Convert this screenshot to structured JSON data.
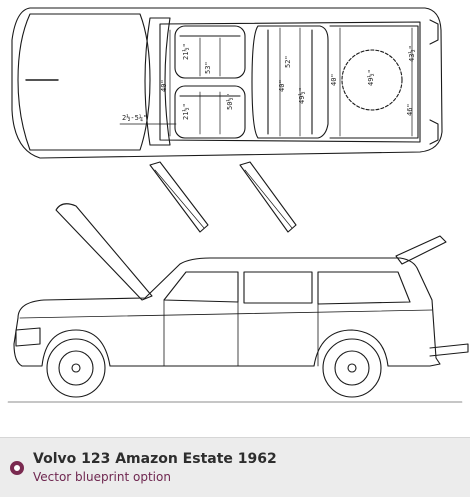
{
  "caption": {
    "title": "Volvo 123 Amazon Estate 1962",
    "subtitle": "Vector blueprint option",
    "accent": "#7a2a50"
  },
  "dimensions": {
    "front_seat_width_a": "21½\"",
    "front_seat_depth_a": "53\"",
    "front_seat_width_b": "21½\"",
    "front_seat_depth_b": "50½\"",
    "front_room": "40\"",
    "knee_room": "2½-5¼\"",
    "rear_seat_width": "52\"",
    "rear_room": "40\"",
    "rear_seat_back": "49½\"",
    "cargo_floor_width": "40\"",
    "spare_wheel": "49½\"",
    "cargo_length": "43½\"",
    "tailgate_width": "46\""
  }
}
